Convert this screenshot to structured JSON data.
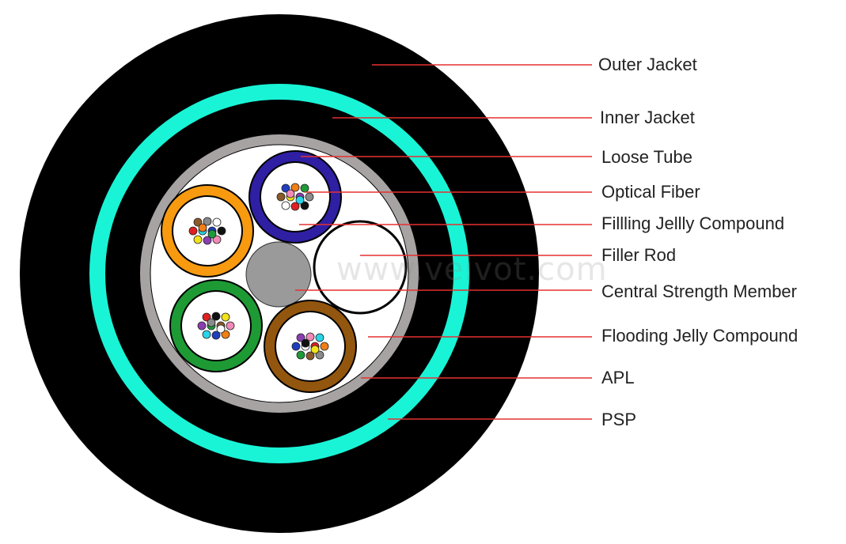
{
  "diagram": {
    "labels": [
      "Outer Jacket",
      "Inner Jacket",
      "Loose Tube",
      "Optical Fiber",
      "Fillling Jellly Compound",
      "Filler Rod",
      "Central Strength Member",
      "Flooding Jelly Compound",
      "APL",
      "PSP"
    ],
    "watermark": "www.veivot.com"
  },
  "colors": {
    "outer_jacket": "#000000",
    "psp": "#19f4d6",
    "apl": "#a7a3a3",
    "flooding_jelly": "#ffffff",
    "loose_tube_blue": "#2f1fa3",
    "loose_tube_orange": "#f79a0f",
    "loose_tube_green": "#1e9a35",
    "loose_tube_brown": "#93560e",
    "filler_rod": "#ffffff",
    "central_strength_member": "#9a9a9a",
    "leader_line": "#e53030",
    "fiber_colors": [
      "#1f3fbf",
      "#f07f16",
      "#1f9a3a",
      "#8b5a2b",
      "#8a8a8a",
      "#ffffff",
      "#e02020",
      "#111111",
      "#f2e21a",
      "#8a3fb0",
      "#f28ab8",
      "#2ad4e8"
    ]
  }
}
